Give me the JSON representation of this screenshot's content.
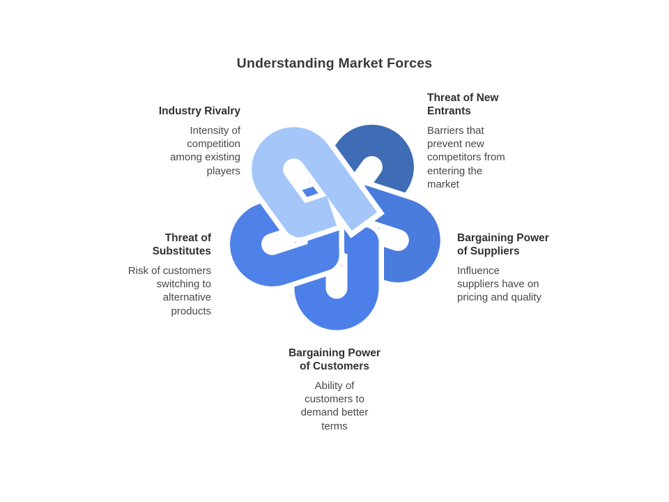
{
  "title": "Understanding Market Forces",
  "forces": [
    {
      "id": "industry-rivalry",
      "label": "Industry Rivalry",
      "description": "Intensity of\ncompetition\namong existing\nplayers",
      "color": "#a4c6f9",
      "position": "top-left"
    },
    {
      "id": "threat-of-new-entrants",
      "label": "Threat of New\nEntrants",
      "description": "Barriers that\nprevent new\ncompetitors from\nentering the\nmarket",
      "color": "#3e6db5",
      "position": "top-right"
    },
    {
      "id": "bargaining-power-of-suppliers",
      "label": "Bargaining Power\nof Suppliers",
      "description": "Influence\nsuppliers have on\npricing and quality",
      "color": "#4a7cde",
      "position": "right"
    },
    {
      "id": "bargaining-power-of-customers",
      "label": "Bargaining Power\nof Customers",
      "description": "Ability of\ncustomers to\ndemand better\nterms",
      "color": "#4c80e8",
      "position": "bottom"
    },
    {
      "id": "threat-of-substitutes",
      "label": "Threat of\nSubstitutes",
      "description": "Risk of customers\nswitching to\nalternative\nproducts",
      "color": "#4f82e8",
      "position": "left"
    }
  ],
  "graphic": {
    "name": "five-loop-knot",
    "outline_color": "#ffffff",
    "strip_width": 45,
    "outline_width": 60
  }
}
